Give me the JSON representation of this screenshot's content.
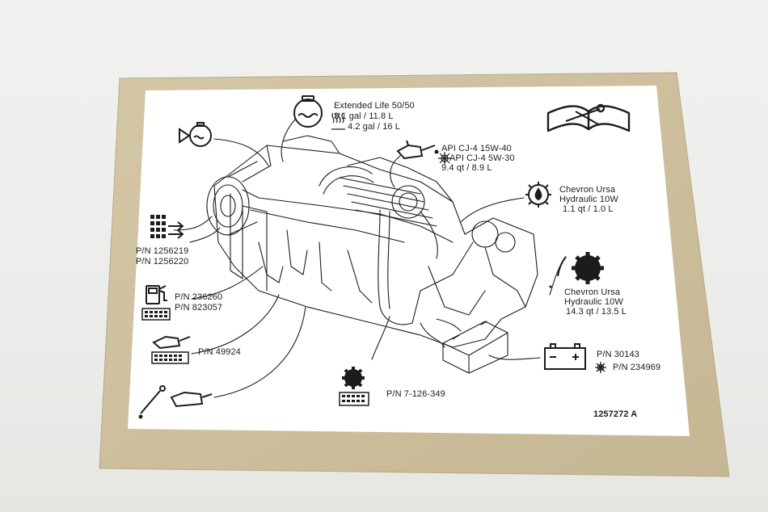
{
  "coolant": {
    "name": "Extended Life 50/50",
    "capacity_1": "3.1 gal / 11.8 L",
    "capacity_2": "4.2 gal / 16 L"
  },
  "engine_oil": {
    "spec_1": "API CJ-4 15W-40",
    "spec_2": "API CJ-4 5W-30",
    "capacity": "9.4 qt / 8.9 L"
  },
  "hydraulic_small": {
    "name": "Chevron Ursa",
    "type": "Hydraulic 10W",
    "capacity": "1.1 qt / 1.0 L"
  },
  "hydraulic_large": {
    "name": "Chevron Ursa",
    "type": "Hydraulic 10W",
    "capacity": "14.3 qt / 13.5 L"
  },
  "air_filter": {
    "pn_1": "P/N 1256219",
    "pn_2": "P/N 1256220"
  },
  "fuel_filter": {
    "pn_1": "P/N 236260",
    "pn_2": "P/N 823057"
  },
  "oil_filter": {
    "pn": "P/N 49924"
  },
  "hydraulic_filter": {
    "pn": "P/N 7-126-349"
  },
  "battery": {
    "pn_1": "P/N 30143",
    "pn_2": "P/N 234969",
    "battery_terminals": "- +"
  },
  "label_code": "1257272  A",
  "colors": {
    "backing": "#cdbf9c",
    "label": "#ffffff",
    "ink": "#1c1c1a"
  },
  "icons": [
    "manual-wrench-icon",
    "coolant-tank-icon",
    "heater-icon",
    "oil-can-icon",
    "cold-start-icon",
    "hydraulic-drop-gear-icon",
    "air-filter-icon",
    "fuel-pump-icon",
    "oil-filter-icon",
    "dipstick-icon",
    "gear-icon",
    "battery-icon",
    "engine-illustration"
  ]
}
